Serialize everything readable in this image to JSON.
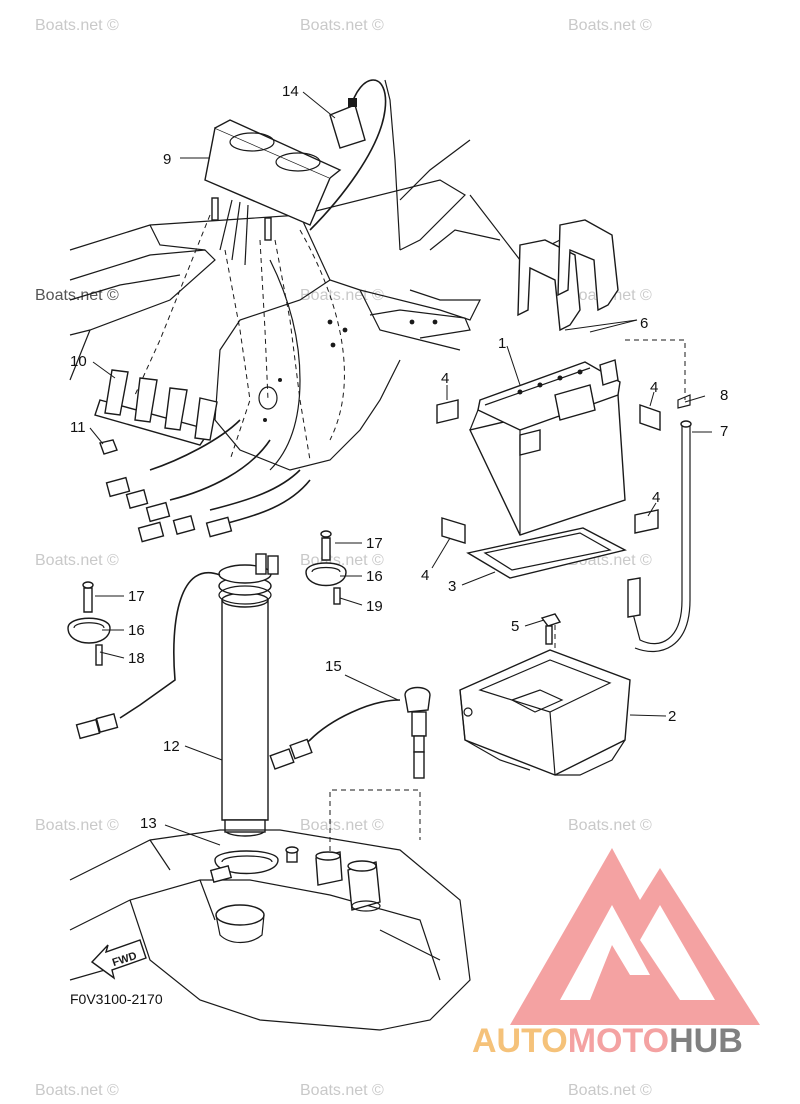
{
  "watermark": "Boats.net ©",
  "part_labels": {
    "p1": "1",
    "p2": "2",
    "p3": "3",
    "p4a": "4",
    "p4b": "4",
    "p4c": "4",
    "p4d": "4",
    "p5": "5",
    "p6": "6",
    "p7": "7",
    "p8": "8",
    "p9": "9",
    "p10": "10",
    "p11": "11",
    "p12": "12",
    "p13": "13",
    "p14": "14",
    "p15": "15",
    "p16a": "16",
    "p16b": "16",
    "p17a": "17",
    "p17b": "17",
    "p18": "18",
    "p19": "19"
  },
  "fwd_label": "FWD",
  "diagram_code": "F0V3100-2170",
  "logo": {
    "text_auto": "AUTO",
    "text_moto": "MOTO",
    "text_hub": "HUB",
    "color_auto": "#f5c27a",
    "color_moto": "#f4a2a2",
    "color_hub": "#808080",
    "color_mark": "#f4a2a2"
  }
}
